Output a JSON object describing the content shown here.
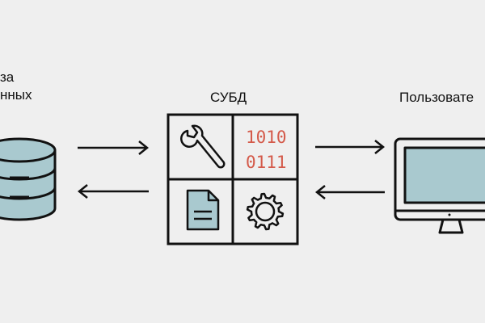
{
  "labels": {
    "database_line1": "за",
    "database_line2": "нных",
    "dbms": "СУБД",
    "user": "Пользовате"
  },
  "binary": {
    "line1": "1010",
    "line2": "0111"
  },
  "icons": {
    "database": "database-cylinder-icon",
    "wrench": "wrench-icon",
    "binary": "binary-code-icon",
    "document": "document-icon",
    "gear": "gear-icon",
    "monitor": "monitor-icon"
  },
  "colors": {
    "background": "#efefef",
    "stroke": "#111111",
    "fill_accent": "#a9c9cf",
    "binary_text": "#d45a4a"
  }
}
